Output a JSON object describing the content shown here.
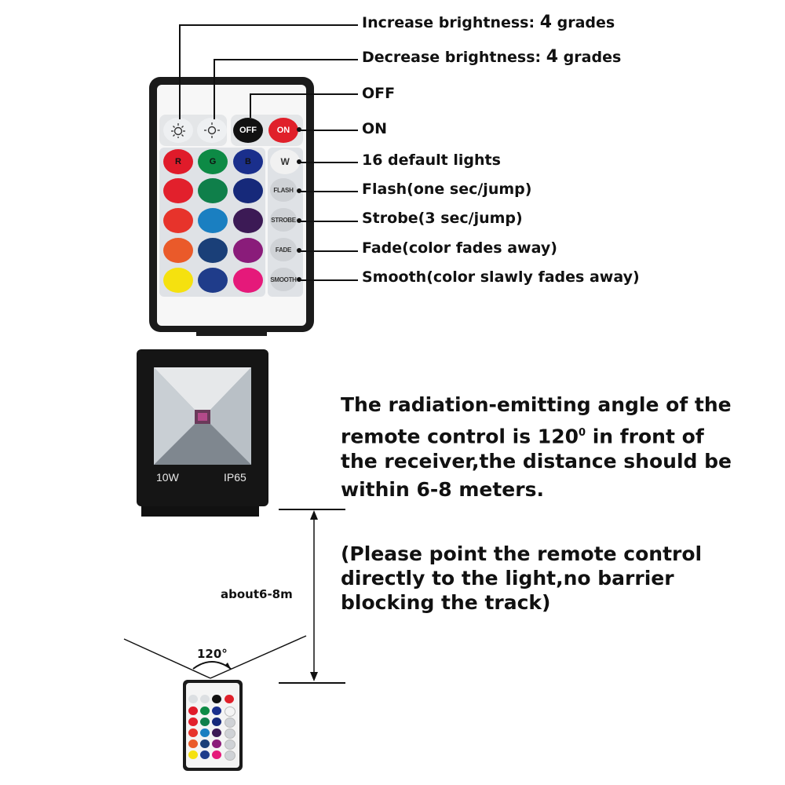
{
  "remote": {
    "top_buttons": [
      {
        "name": "increase-brightness-button",
        "icon": "sun-up-icon",
        "label": "",
        "bg": "#eef0f2",
        "fg": "#333333"
      },
      {
        "name": "decrease-brightness-button",
        "icon": "sun-down-icon",
        "label": "",
        "bg": "#eef0f2",
        "fg": "#333333"
      },
      {
        "name": "off-button",
        "icon": "",
        "label": "OFF",
        "bg": "#111111",
        "fg": "#ffffff"
      },
      {
        "name": "on-button",
        "icon": "",
        "label": "ON",
        "bg": "#e0202a",
        "fg": "#ffffff"
      }
    ],
    "color_rows": [
      [
        {
          "label": "R",
          "color": "#e01b2a"
        },
        {
          "label": "G",
          "color": "#0d8a45"
        },
        {
          "label": "B",
          "color": "#1a2f8c"
        }
      ],
      [
        {
          "label": "",
          "color": "#e2202c"
        },
        {
          "label": "",
          "color": "#0f7f4a"
        },
        {
          "label": "",
          "color": "#16297a"
        }
      ],
      [
        {
          "label": "",
          "color": "#e7332b"
        },
        {
          "label": "",
          "color": "#1a7fc1"
        },
        {
          "label": "",
          "color": "#3c1a55"
        }
      ],
      [
        {
          "label": "",
          "color": "#ea5a2a"
        },
        {
          "label": "",
          "color": "#1a3f78"
        },
        {
          "label": "",
          "color": "#8a1c7a"
        }
      ],
      [
        {
          "label": "",
          "color": "#f5e10f"
        },
        {
          "label": "",
          "color": "#1f3c8a"
        },
        {
          "label": "",
          "color": "#e5197a"
        }
      ]
    ],
    "side_buttons": [
      "W",
      "FLASH",
      "STROBE",
      "FADE",
      "SMOOTH"
    ]
  },
  "labels": {
    "increase": {
      "text": "Increase brightness: ",
      "num": "4",
      "suffix": " grades"
    },
    "decrease": {
      "text": "Decrease brightness: ",
      "num": "4",
      "suffix": " grades"
    },
    "off": "OFF",
    "on": "ON",
    "default_lights": "16 default lights",
    "flash": "Flash(one sec/jump)",
    "strobe": "Strobe(3 sec/jump)",
    "fade": "Fade(color fades away)",
    "smooth": "Smooth(color slawly fades away)"
  },
  "lamp": {
    "power": "10W",
    "rating": "IP65"
  },
  "description": {
    "line1": "The radiation-emitting angle of the",
    "line2_pre": "remote control is 120",
    "line2_sup": "0",
    "line2_post": " in front of",
    "line3": "the receiver,the distance should be",
    "line4": "within 6-8 meters."
  },
  "note": {
    "line1": "(Please point the remote control",
    "line2": "directly to the light,no barrier",
    "line3": "blocking the track)"
  },
  "distance_label": "about6-8m",
  "angle_label": "120°"
}
